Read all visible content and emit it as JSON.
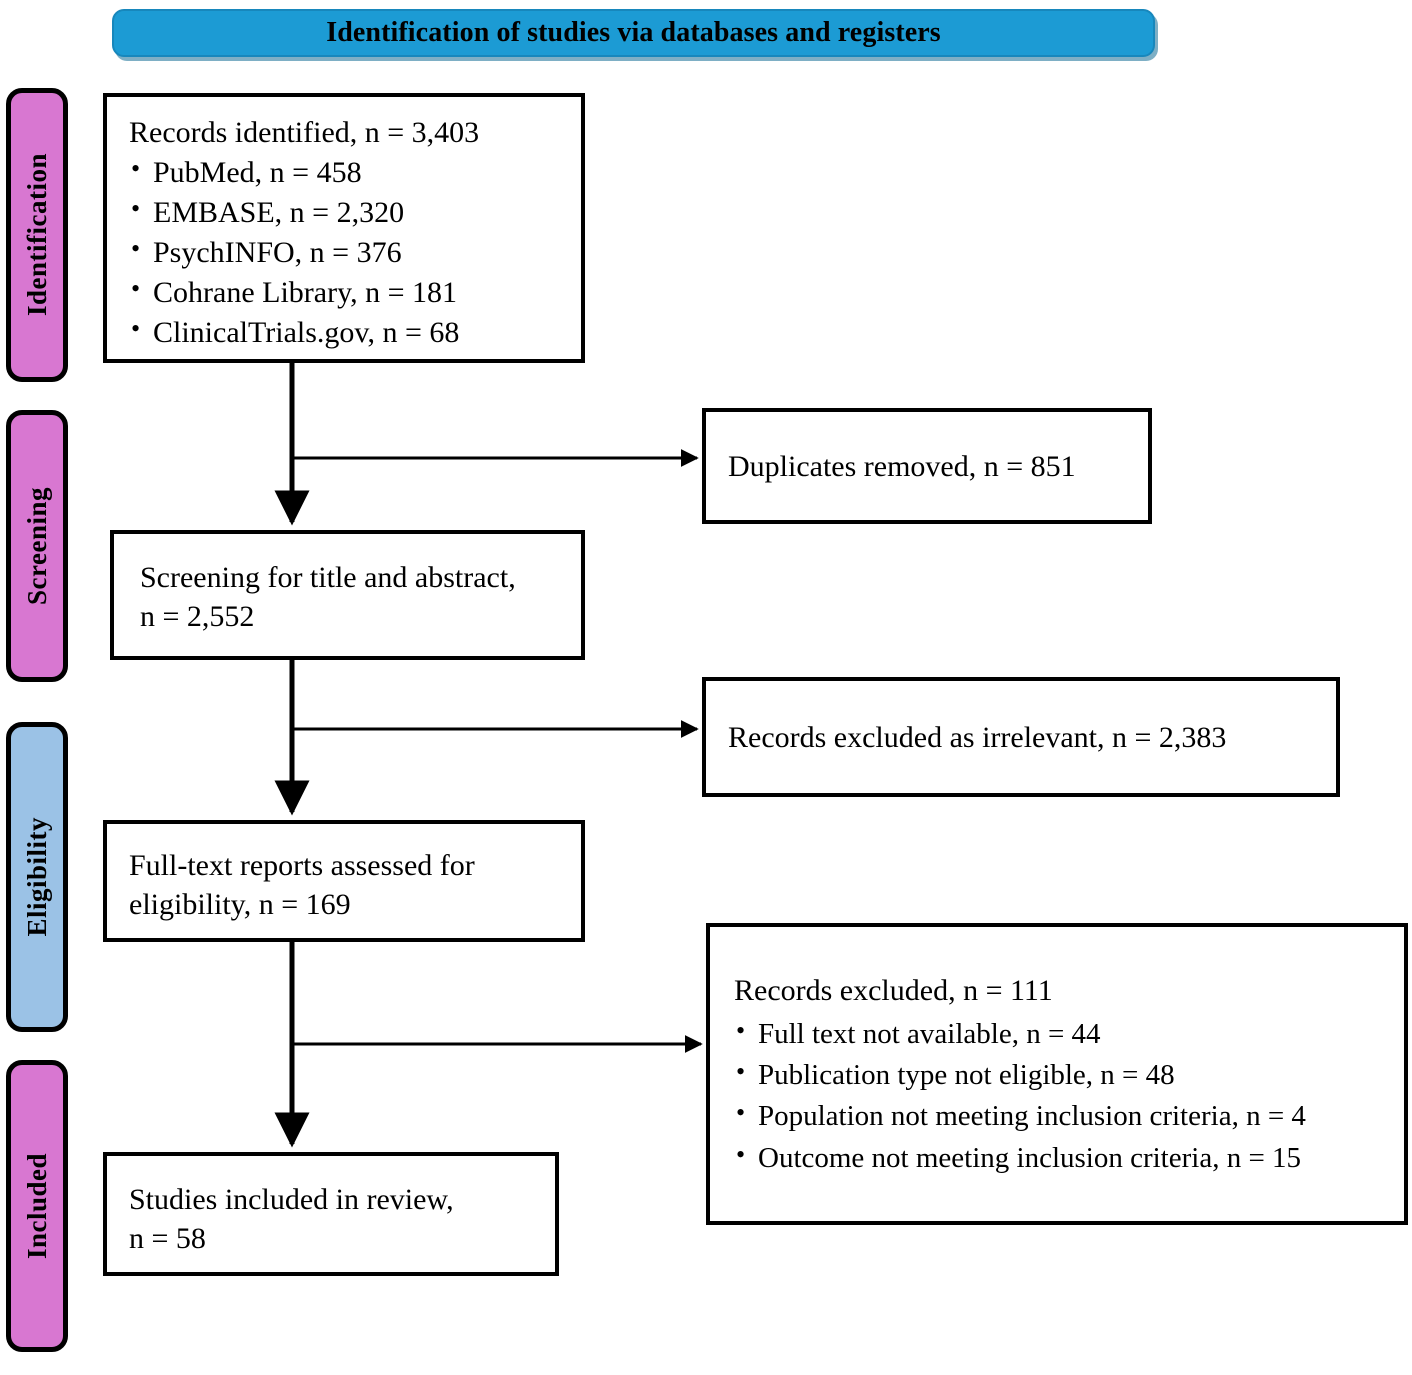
{
  "header": {
    "title": "Identification of studies via databases and registers",
    "accent_color": "#1C9BD4"
  },
  "phases": [
    {
      "label": "Identification",
      "color": "#D877D1"
    },
    {
      "label": "Screening",
      "color": "#D877D1"
    },
    {
      "label": "Eligibility",
      "color": "#9BC2E6"
    },
    {
      "label": "Included",
      "color": "#D877D1"
    }
  ],
  "flow": {
    "identified": {
      "title": "Records identified, n = 3,403",
      "sources": [
        "PubMed, n = 458",
        "EMBASE, n = 2,320",
        "PsychINFO, n = 376",
        "Cohrane Library, n = 181",
        "ClinicalTrials.gov, n = 68"
      ]
    },
    "duplicates": {
      "title": "Duplicates removed, n = 851"
    },
    "screening": {
      "title": " Screening for title and abstract,\nn = 2,552"
    },
    "irrelevant": {
      "title": "Records excluded as irrelevant, n = 2,383"
    },
    "fulltext": {
      "title": "Full-text reports assessed for\neligibility, n = 169"
    },
    "excluded": {
      "title": "Records excluded, n = 111",
      "reasons": [
        "Full text not available, n = 44",
        "Publication type not eligible, n = 48",
        "Population not meeting inclusion criteria, n = 4",
        "Outcome not meeting inclusion criteria, n = 15"
      ]
    },
    "included": {
      "title": "Studies included in review,\nn = 58"
    }
  },
  "chart_data": {
    "type": "diagram",
    "title": "PRISMA flow diagram - Identification of studies via databases and registers",
    "stages": [
      {
        "phase": "Identification",
        "label": "Records identified",
        "n": 3403,
        "breakdown": [
          {
            "source": "PubMed",
            "n": 458
          },
          {
            "source": "EMBASE",
            "n": 2320
          },
          {
            "source": "PsychINFO",
            "n": 376
          },
          {
            "source": "Cohrane Library",
            "n": 181
          },
          {
            "source": "ClinicalTrials.gov",
            "n": 68
          }
        ]
      },
      {
        "phase": "Identification",
        "label": "Duplicates removed",
        "n": 851,
        "kind": "exclusion"
      },
      {
        "phase": "Screening",
        "label": "Screening for title and abstract",
        "n": 2552
      },
      {
        "phase": "Screening",
        "label": "Records excluded as irrelevant",
        "n": 2383,
        "kind": "exclusion"
      },
      {
        "phase": "Eligibility",
        "label": "Full-text reports assessed for eligibility",
        "n": 169
      },
      {
        "phase": "Eligibility",
        "label": "Records excluded",
        "n": 111,
        "kind": "exclusion",
        "breakdown": [
          {
            "reason": "Full text not available",
            "n": 44
          },
          {
            "reason": "Publication type not eligible",
            "n": 48
          },
          {
            "reason": "Population not meeting inclusion criteria",
            "n": 4
          },
          {
            "reason": "Outcome not meeting inclusion criteria",
            "n": 15
          }
        ]
      },
      {
        "phase": "Included",
        "label": "Studies included in review",
        "n": 58
      }
    ]
  }
}
